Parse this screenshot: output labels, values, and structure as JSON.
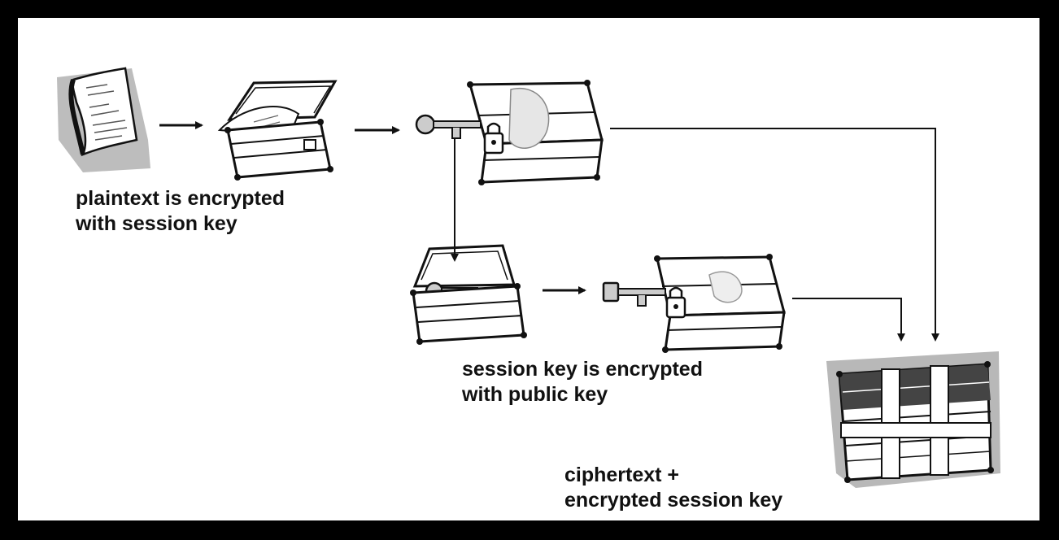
{
  "labels": {
    "plaintext_step": [
      "plaintext is encrypted",
      "with session key"
    ],
    "session_key_step": [
      "session key is encrypted",
      "with public key"
    ],
    "result": [
      "ciphertext +",
      "encrypted session key"
    ]
  },
  "icons": [
    "plaintext-document-icon",
    "open-chest-with-document-icon",
    "locked-suitcase-with-session-key-icon",
    "open-chest-with-session-key-icon",
    "locked-suitcase-with-public-key-icon",
    "strapped-package-icon"
  ],
  "colors": {
    "background": "#ffffff",
    "frame": "#000000",
    "ink": "#111111",
    "shadow": "#b8b8b8"
  }
}
